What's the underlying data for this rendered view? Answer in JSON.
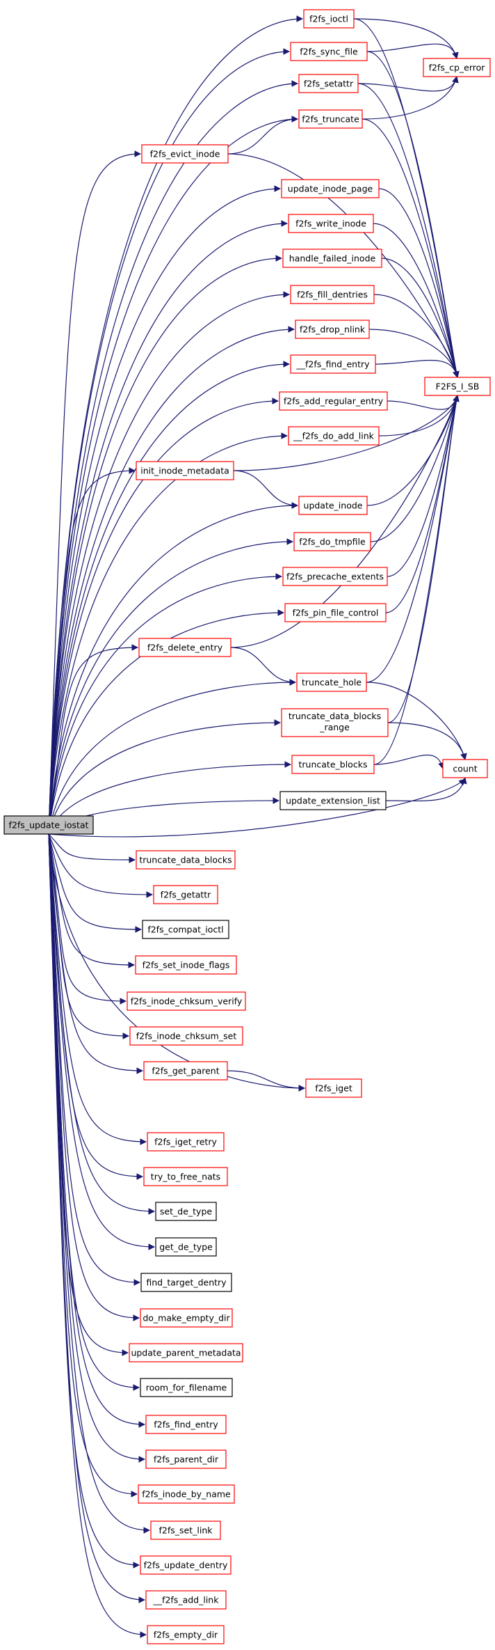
{
  "root": {
    "id": "root",
    "label": "f2fs_update_iostat",
    "color": "black",
    "fill": "#bfbfbf"
  },
  "nodes": [
    {
      "id": "f2fs_ioctl",
      "label": "f2fs_ioctl",
      "color": "red"
    },
    {
      "id": "f2fs_sync_file",
      "label": "f2fs_sync_file",
      "color": "red"
    },
    {
      "id": "f2fs_setattr",
      "label": "f2fs_setattr",
      "color": "red"
    },
    {
      "id": "f2fs_truncate",
      "label": "f2fs_truncate",
      "color": "red"
    },
    {
      "id": "f2fs_evict_inode",
      "label": "f2fs_evict_inode",
      "color": "red"
    },
    {
      "id": "update_inode_page",
      "label": "update_inode_page",
      "color": "red"
    },
    {
      "id": "f2fs_write_inode",
      "label": "f2fs_write_inode",
      "color": "red"
    },
    {
      "id": "handle_failed_inode",
      "label": "handle_failed_inode",
      "color": "red"
    },
    {
      "id": "f2fs_fill_dentries",
      "label": "f2fs_fill_dentries",
      "color": "red"
    },
    {
      "id": "f2fs_drop_nlink",
      "label": "f2fs_drop_nlink",
      "color": "red"
    },
    {
      "id": "__f2fs_find_entry",
      "label": "__f2fs_find_entry",
      "color": "red"
    },
    {
      "id": "f2fs_add_regular_entry",
      "label": "f2fs_add_regular_entry",
      "color": "red"
    },
    {
      "id": "__f2fs_do_add_link",
      "label": "__f2fs_do_add_link",
      "color": "red"
    },
    {
      "id": "init_inode_metadata",
      "label": "init_inode_metadata",
      "color": "red"
    },
    {
      "id": "update_inode",
      "label": "update_inode",
      "color": "red"
    },
    {
      "id": "f2fs_do_tmpfile",
      "label": "f2fs_do_tmpfile",
      "color": "red"
    },
    {
      "id": "f2fs_precache_extents",
      "label": "f2fs_precache_extents",
      "color": "red"
    },
    {
      "id": "f2fs_pin_file_control",
      "label": "f2fs_pin_file_control",
      "color": "red"
    },
    {
      "id": "f2fs_delete_entry",
      "label": "f2fs_delete_entry",
      "color": "red"
    },
    {
      "id": "truncate_hole",
      "label": "truncate_hole",
      "color": "red"
    },
    {
      "id": "truncate_data_blocks_range",
      "label": "truncate_data_blocks",
      "label2": "_range",
      "color": "red"
    },
    {
      "id": "truncate_blocks",
      "label": "truncate_blocks",
      "color": "red"
    },
    {
      "id": "update_extension_list",
      "label": "update_extension_list",
      "color": "black"
    },
    {
      "id": "truncate_data_blocks",
      "label": "truncate_data_blocks",
      "color": "red"
    },
    {
      "id": "f2fs_getattr",
      "label": "f2fs_getattr",
      "color": "red"
    },
    {
      "id": "f2fs_compat_ioctl",
      "label": "f2fs_compat_ioctl",
      "color": "black"
    },
    {
      "id": "f2fs_set_inode_flags",
      "label": "f2fs_set_inode_flags",
      "color": "red"
    },
    {
      "id": "f2fs_inode_chksum_verify",
      "label": "f2fs_inode_chksum_verify",
      "color": "red"
    },
    {
      "id": "f2fs_inode_chksum_set",
      "label": "f2fs_inode_chksum_set",
      "color": "red"
    },
    {
      "id": "f2fs_get_parent",
      "label": "f2fs_get_parent",
      "color": "red"
    },
    {
      "id": "f2fs_iget_retry",
      "label": "f2fs_iget_retry",
      "color": "red"
    },
    {
      "id": "try_to_free_nats",
      "label": "try_to_free_nats",
      "color": "red"
    },
    {
      "id": "set_de_type",
      "label": "set_de_type",
      "color": "black"
    },
    {
      "id": "get_de_type",
      "label": "get_de_type",
      "color": "black"
    },
    {
      "id": "find_target_dentry",
      "label": "find_target_dentry",
      "color": "black"
    },
    {
      "id": "do_make_empty_dir",
      "label": "do_make_empty_dir",
      "color": "red"
    },
    {
      "id": "update_parent_metadata",
      "label": "update_parent_metadata",
      "color": "red"
    },
    {
      "id": "room_for_filename",
      "label": "room_for_filename",
      "color": "black"
    },
    {
      "id": "f2fs_find_entry",
      "label": "f2fs_find_entry",
      "color": "red"
    },
    {
      "id": "f2fs_parent_dir",
      "label": "f2fs_parent_dir",
      "color": "red"
    },
    {
      "id": "f2fs_inode_by_name",
      "label": "f2fs_inode_by_name",
      "color": "red"
    },
    {
      "id": "f2fs_set_link",
      "label": "f2fs_set_link",
      "color": "red"
    },
    {
      "id": "f2fs_update_dentry",
      "label": "f2fs_update_dentry",
      "color": "red"
    },
    {
      "id": "__f2fs_add_link",
      "label": "__f2fs_add_link",
      "color": "red"
    },
    {
      "id": "f2fs_empty_dir",
      "label": "f2fs_empty_dir",
      "color": "red"
    },
    {
      "id": "f2fs_cp_error",
      "label": "f2fs_cp_error",
      "color": "red"
    },
    {
      "id": "F2FS_I_SB",
      "label": "F2FS_I_SB",
      "color": "red"
    },
    {
      "id": "count",
      "label": "count",
      "color": "red"
    },
    {
      "id": "f2fs_iget",
      "label": "f2fs_iget",
      "color": "red"
    }
  ],
  "edges": [
    [
      "root",
      "f2fs_ioctl"
    ],
    [
      "root",
      "f2fs_sync_file"
    ],
    [
      "root",
      "f2fs_setattr"
    ],
    [
      "root",
      "f2fs_truncate"
    ],
    [
      "root",
      "f2fs_evict_inode"
    ],
    [
      "root",
      "update_inode_page"
    ],
    [
      "root",
      "f2fs_write_inode"
    ],
    [
      "root",
      "handle_failed_inode"
    ],
    [
      "root",
      "f2fs_fill_dentries"
    ],
    [
      "root",
      "f2fs_drop_nlink"
    ],
    [
      "root",
      "__f2fs_find_entry"
    ],
    [
      "root",
      "f2fs_add_regular_entry"
    ],
    [
      "root",
      "__f2fs_do_add_link"
    ],
    [
      "root",
      "init_inode_metadata"
    ],
    [
      "root",
      "update_inode"
    ],
    [
      "root",
      "f2fs_do_tmpfile"
    ],
    [
      "root",
      "f2fs_precache_extents"
    ],
    [
      "root",
      "f2fs_pin_file_control"
    ],
    [
      "root",
      "f2fs_delete_entry"
    ],
    [
      "root",
      "truncate_hole"
    ],
    [
      "root",
      "truncate_data_blocks_range"
    ],
    [
      "root",
      "truncate_blocks"
    ],
    [
      "root",
      "update_extension_list"
    ],
    [
      "root",
      "count"
    ],
    [
      "root",
      "truncate_data_blocks"
    ],
    [
      "root",
      "f2fs_getattr"
    ],
    [
      "root",
      "f2fs_compat_ioctl"
    ],
    [
      "root",
      "f2fs_set_inode_flags"
    ],
    [
      "root",
      "f2fs_inode_chksum_verify"
    ],
    [
      "root",
      "f2fs_inode_chksum_set"
    ],
    [
      "root",
      "f2fs_get_parent"
    ],
    [
      "root",
      "f2fs_iget"
    ],
    [
      "root",
      "f2fs_iget_retry"
    ],
    [
      "root",
      "try_to_free_nats"
    ],
    [
      "root",
      "set_de_type"
    ],
    [
      "root",
      "get_de_type"
    ],
    [
      "root",
      "find_target_dentry"
    ],
    [
      "root",
      "do_make_empty_dir"
    ],
    [
      "root",
      "update_parent_metadata"
    ],
    [
      "root",
      "room_for_filename"
    ],
    [
      "root",
      "f2fs_find_entry"
    ],
    [
      "root",
      "f2fs_parent_dir"
    ],
    [
      "root",
      "f2fs_inode_by_name"
    ],
    [
      "root",
      "f2fs_set_link"
    ],
    [
      "root",
      "f2fs_update_dentry"
    ],
    [
      "root",
      "__f2fs_add_link"
    ],
    [
      "root",
      "f2fs_empty_dir"
    ],
    [
      "f2fs_ioctl",
      "f2fs_cp_error"
    ],
    [
      "f2fs_ioctl",
      "F2FS_I_SB"
    ],
    [
      "f2fs_sync_file",
      "f2fs_cp_error"
    ],
    [
      "f2fs_sync_file",
      "F2FS_I_SB"
    ],
    [
      "f2fs_setattr",
      "f2fs_cp_error"
    ],
    [
      "f2fs_setattr",
      "F2FS_I_SB"
    ],
    [
      "f2fs_truncate",
      "f2fs_cp_error"
    ],
    [
      "f2fs_truncate",
      "F2FS_I_SB"
    ],
    [
      "f2fs_evict_inode",
      "f2fs_truncate"
    ],
    [
      "f2fs_evict_inode",
      "F2FS_I_SB"
    ],
    [
      "update_inode_page",
      "F2FS_I_SB"
    ],
    [
      "f2fs_write_inode",
      "F2FS_I_SB"
    ],
    [
      "handle_failed_inode",
      "F2FS_I_SB"
    ],
    [
      "f2fs_fill_dentries",
      "F2FS_I_SB"
    ],
    [
      "f2fs_drop_nlink",
      "F2FS_I_SB"
    ],
    [
      "__f2fs_find_entry",
      "F2FS_I_SB"
    ],
    [
      "f2fs_add_regular_entry",
      "F2FS_I_SB"
    ],
    [
      "__f2fs_do_add_link",
      "F2FS_I_SB"
    ],
    [
      "init_inode_metadata",
      "update_inode"
    ],
    [
      "init_inode_metadata",
      "F2FS_I_SB"
    ],
    [
      "update_inode",
      "F2FS_I_SB"
    ],
    [
      "f2fs_do_tmpfile",
      "F2FS_I_SB"
    ],
    [
      "f2fs_precache_extents",
      "F2FS_I_SB"
    ],
    [
      "f2fs_pin_file_control",
      "F2FS_I_SB"
    ],
    [
      "f2fs_delete_entry",
      "truncate_hole"
    ],
    [
      "f2fs_delete_entry",
      "F2FS_I_SB"
    ],
    [
      "truncate_hole",
      "F2FS_I_SB"
    ],
    [
      "truncate_hole",
      "count"
    ],
    [
      "truncate_data_blocks_range",
      "F2FS_I_SB"
    ],
    [
      "truncate_data_blocks_range",
      "count"
    ],
    [
      "truncate_blocks",
      "F2FS_I_SB"
    ],
    [
      "truncate_blocks",
      "count"
    ],
    [
      "update_extension_list",
      "count"
    ],
    [
      "f2fs_get_parent",
      "f2fs_iget"
    ]
  ]
}
